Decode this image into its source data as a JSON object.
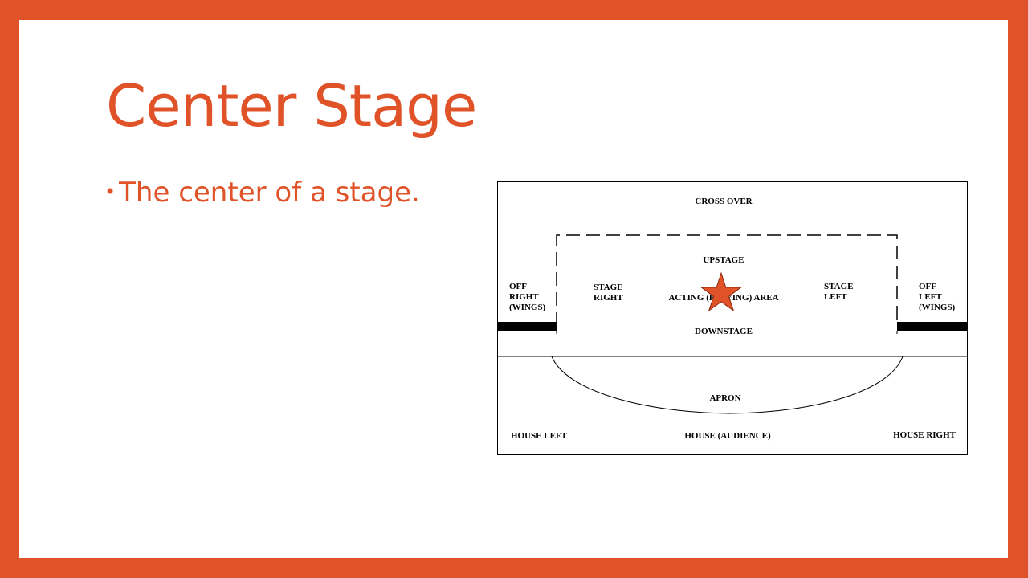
{
  "slide": {
    "title": "Center Stage",
    "bullets": [
      "The center of a stage."
    ]
  },
  "diagram": {
    "labels": {
      "cross_over": "CROSS OVER",
      "upstage": "UPSTAGE",
      "stage_right": [
        "STAGE",
        "RIGHT"
      ],
      "acting_area": "ACTING (PLAYING) AREA",
      "stage_left": [
        "STAGE",
        "LEFT"
      ],
      "downstage": "DOWNSTAGE",
      "off_right": [
        "OFF",
        "RIGHT",
        "(WINGS)"
      ],
      "off_left": [
        "OFF",
        "LEFT",
        "(WINGS)"
      ],
      "apron": "APRON",
      "house_left": "HOUSE LEFT",
      "house_audience": "HOUSE (AUDIENCE)",
      "house_right": "HOUSE RIGHT"
    },
    "marker": "star-icon",
    "colors": {
      "accent": "#E05228",
      "star": "#E05228"
    }
  }
}
